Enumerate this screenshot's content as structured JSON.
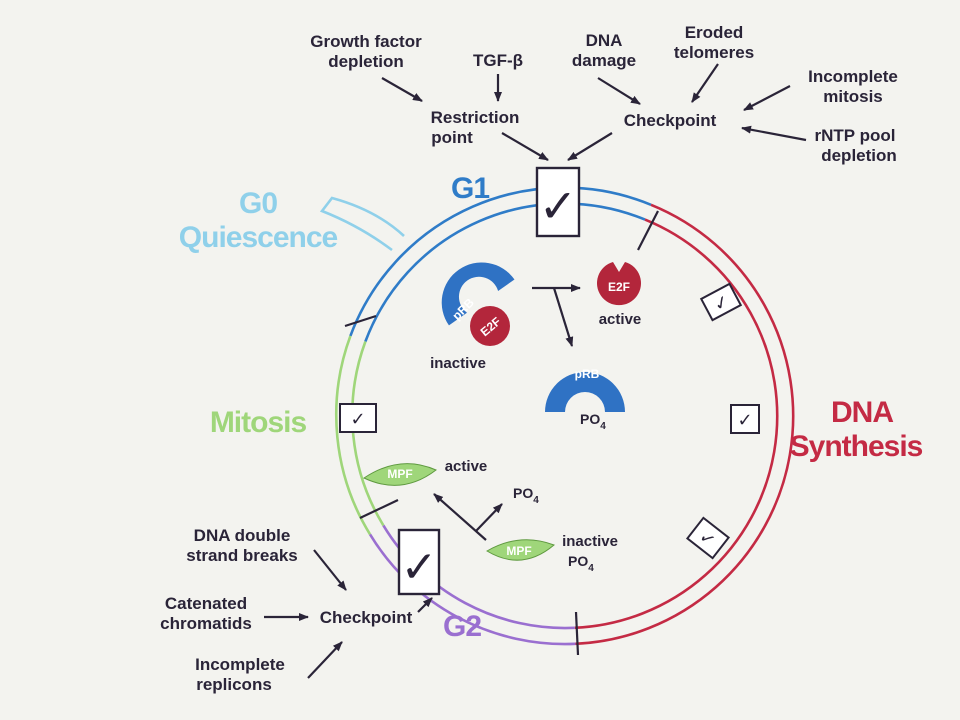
{
  "colors": {
    "background": "#f3f3ef",
    "text": "#2a2438",
    "g1": "#2f7cc8",
    "g0": "#8fd0ea",
    "synthesis": "#c42a44",
    "g2": "#9a6fd0",
    "mitosis": "#9fd67a",
    "prb": "#2f72c4",
    "e2f": "#b3263b",
    "mpf": "#9fd67a"
  },
  "phases": {
    "g1": "G1",
    "g0_line1": "G0",
    "g0_line2": "Quiescence",
    "synthesis_line1": "DNA",
    "synthesis_line2": "Synthesis",
    "mitosis": "Mitosis",
    "g2": "G2"
  },
  "top": {
    "growth_factor_line1": "Growth factor",
    "growth_factor_line2": "depletion",
    "tgf": "TGF-β",
    "dna_damage_line1": "DNA",
    "dna_damage_line2": "damage",
    "eroded_line1": "Eroded",
    "eroded_line2": "telomeres",
    "incomplete_mitosis_line1": "Incomplete",
    "incomplete_mitosis_line2": "mitosis",
    "rntp_line1": "rNTP pool",
    "rntp_line2": "depletion",
    "restriction_line1": "Restriction",
    "restriction_line2": "point",
    "checkpoint": "Checkpoint"
  },
  "bottom": {
    "dsb_line1": "DNA double",
    "dsb_line2": "strand breaks",
    "catenated_line1": "Catenated",
    "catenated_line2": "chromatids",
    "incomplete_replicons_line1": "Incomplete",
    "incomplete_replicons_line2": "replicons",
    "checkpoint": "Checkpoint"
  },
  "molecules": {
    "prb": "pRB",
    "e2f": "E2F",
    "inactive": "inactive",
    "active": "active",
    "po4": "PO",
    "po4_sub": "4",
    "mpf": "MPF"
  },
  "check_mark": "✓"
}
